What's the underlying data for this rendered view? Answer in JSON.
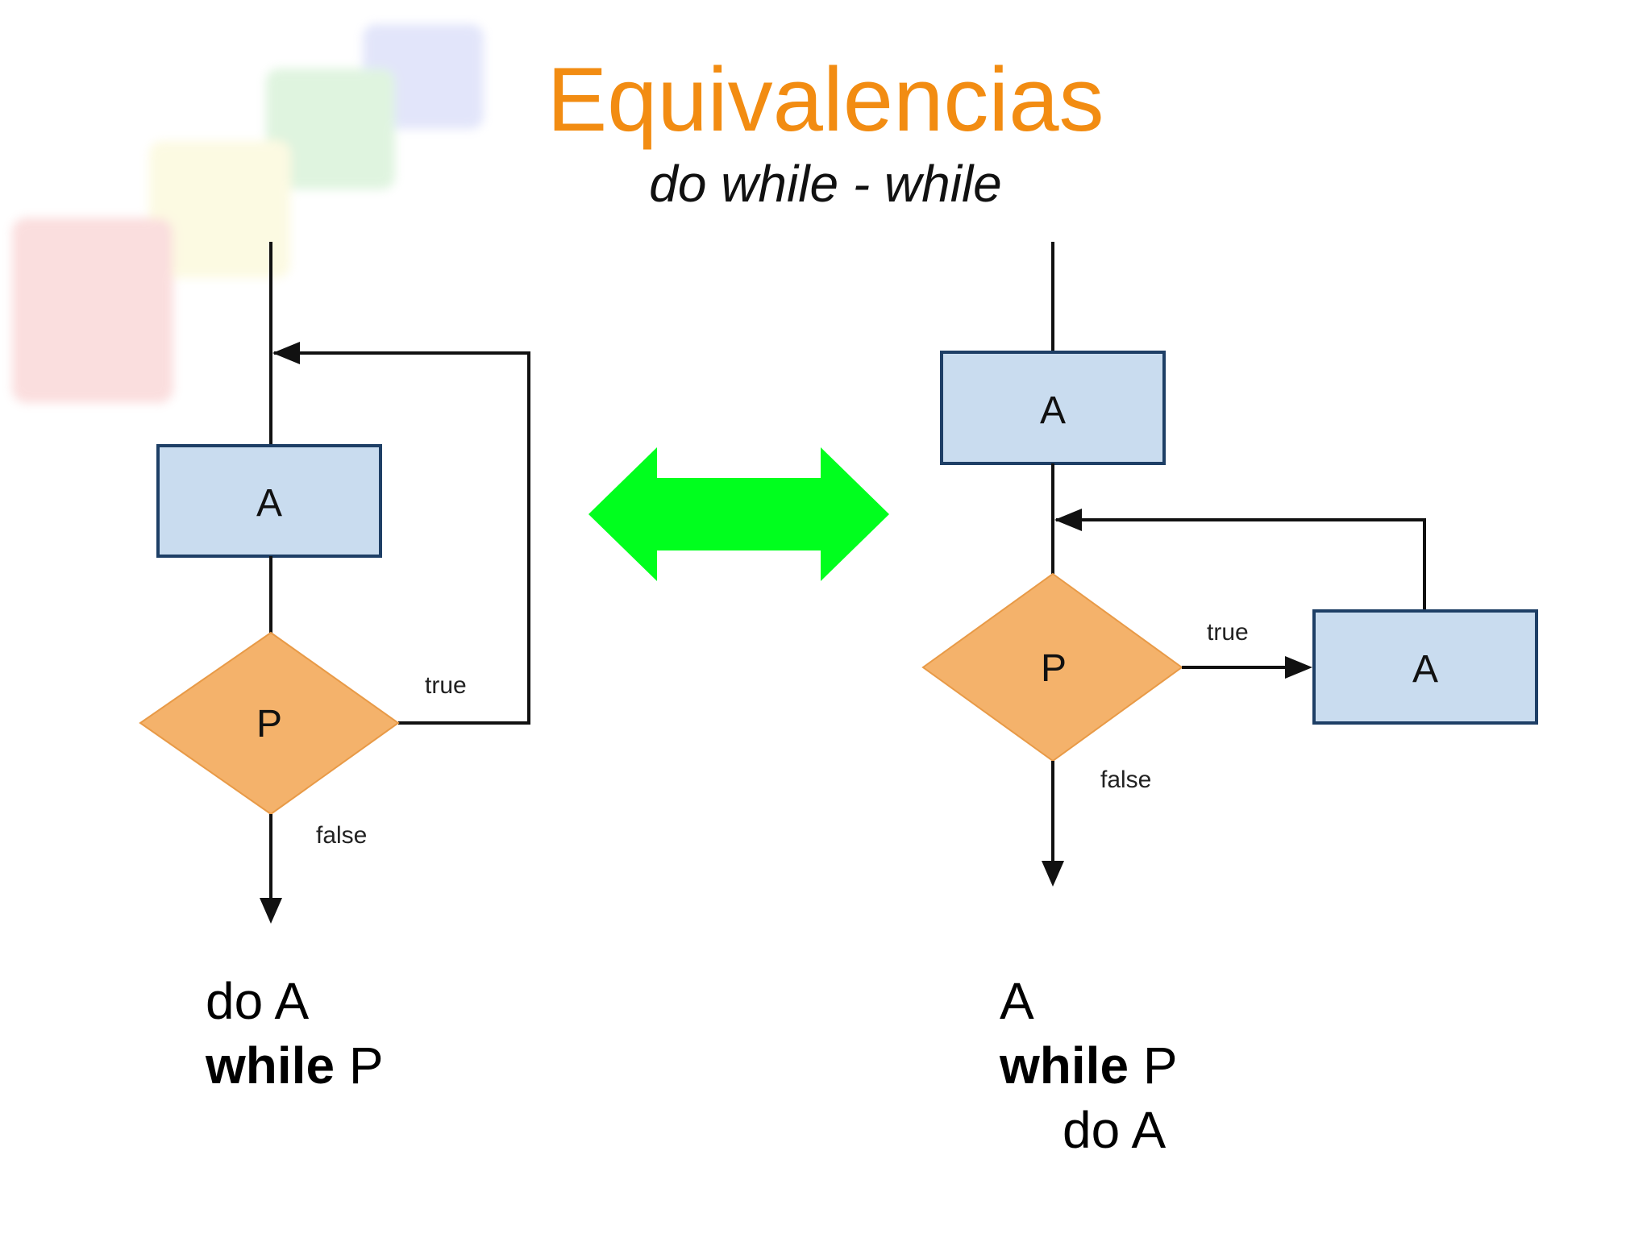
{
  "slide": {
    "title": "Equivalencias",
    "subtitle": "do while - while"
  },
  "colors": {
    "title": "#f28c12",
    "box_fill": "#c9dcef",
    "box_stroke": "#1e3f66",
    "diamond_fill": "#f4b26b",
    "double_arrow": "#00ff1e"
  },
  "left_diagram": {
    "box_label": "A",
    "decision_label": "P",
    "true_label": "true",
    "false_label": "false"
  },
  "right_diagram": {
    "box_label": "A",
    "decision_label": "P",
    "loop_box_label": "A",
    "true_label": "true",
    "false_label": "false"
  },
  "left_code": {
    "line1": "do A",
    "line2_keyword": "while",
    "line2_rest": " P"
  },
  "right_code": {
    "line1": "A",
    "line2_keyword": "while",
    "line2_rest": " P",
    "line3": "do A"
  }
}
